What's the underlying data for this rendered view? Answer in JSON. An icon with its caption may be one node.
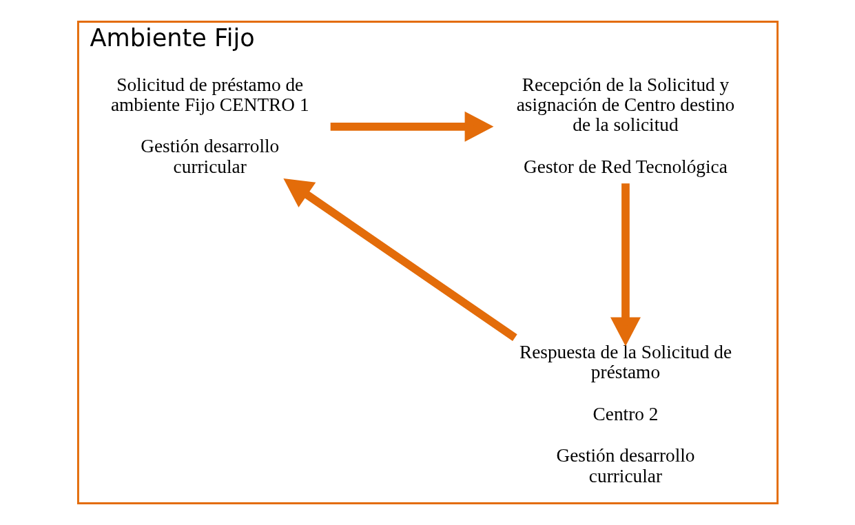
{
  "diagram": {
    "nodes": [
      {
        "text": [
          "Ambiente Fijo"
        ]
      },
      {
        "text": [
          "Solicitud de préstamo de ambiente Fijo CENTRO 1",
          "Gestión desarrollo curricular"
        ],
        "in": 0
      },
      {
        "text": [
          "Recepción de la Solicitud y asignación de Centro destino de la solicitud",
          "Gestor de Red Tecnológica"
        ],
        "in": 0
      },
      {
        "text": [
          "Respuesta de la Solicitud de préstamo",
          "Centro 2",
          "Gestión desarrollo curricular"
        ],
        "in": 0
      }
    ],
    "edges": [
      {
        "from": 1,
        "to": 2,
        "arrow": "to"
      },
      {
        "from": 2,
        "to": 3,
        "arrow": "to"
      },
      {
        "from": 3,
        "to": 1,
        "arrow": "to"
      }
    ]
  }
}
